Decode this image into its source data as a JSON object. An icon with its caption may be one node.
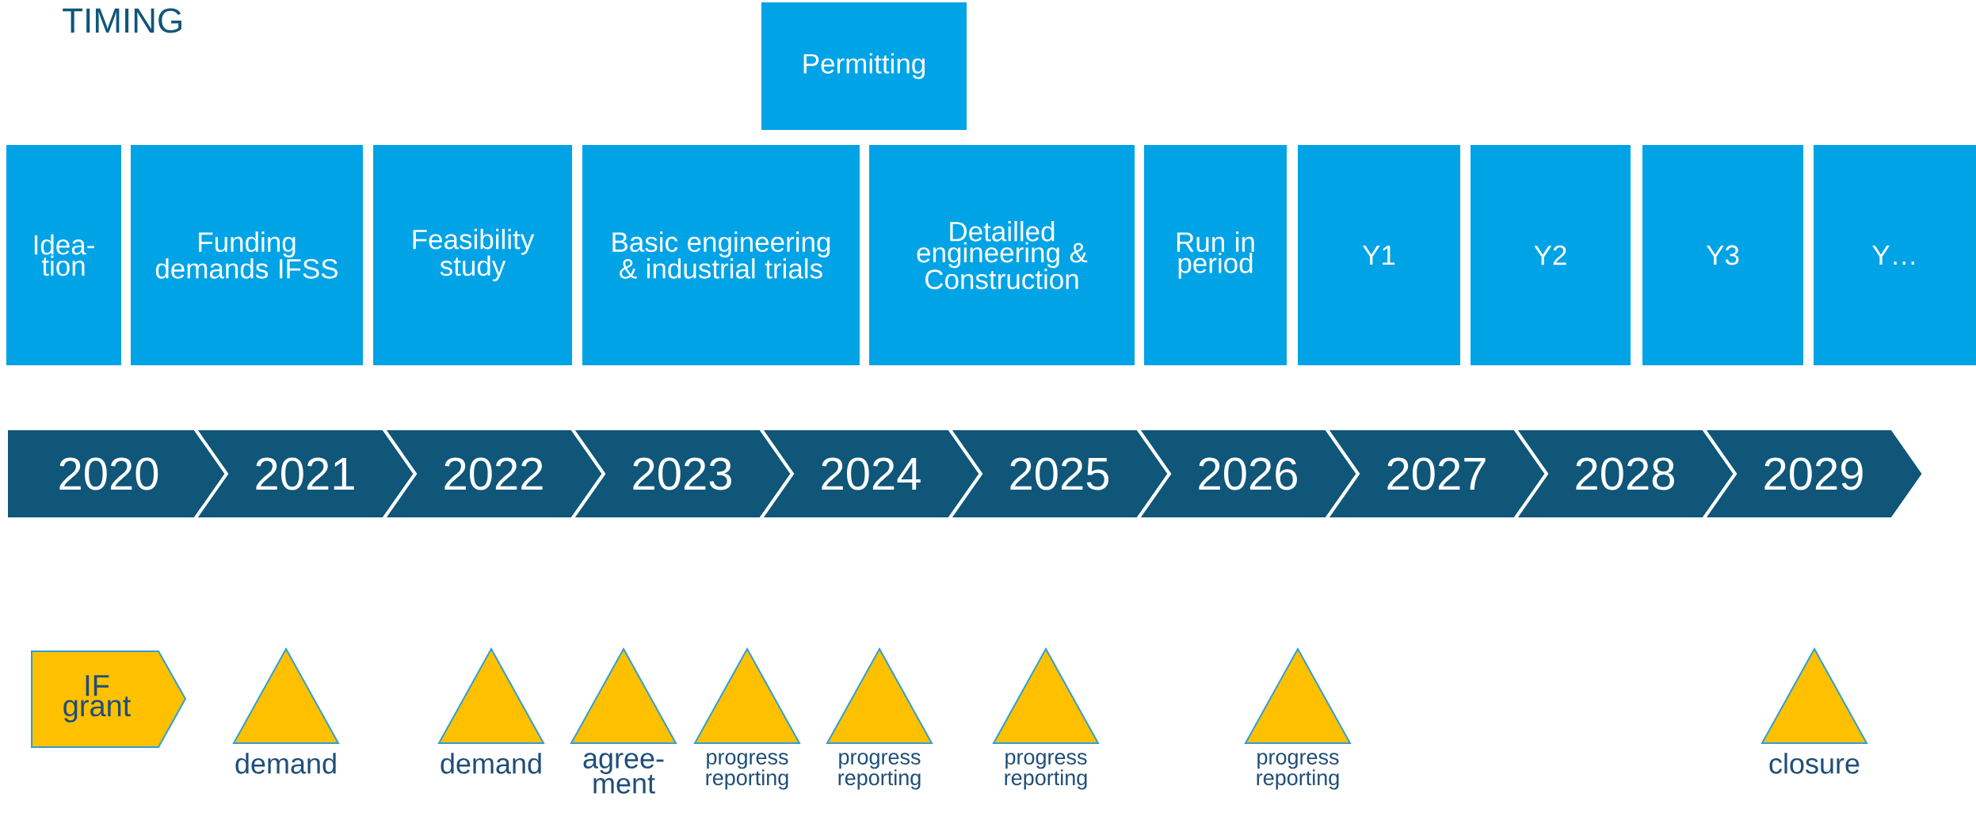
{
  "diagram": {
    "title": "TIMING",
    "nodes": [
      {
        "text": [
          "Permitting"
        ]
      },
      {
        "text": [
          "Idea-tion"
        ]
      },
      {
        "text": [
          "Funding demands IFSS"
        ]
      },
      {
        "text": [
          "Feasibility study"
        ]
      },
      {
        "text": [
          "Basic engineering & industrial trials"
        ]
      },
      {
        "text": [
          "Detailled engineering & Construction"
        ]
      },
      {
        "text": [
          "Run in period"
        ]
      },
      {
        "text": [
          "Y1"
        ]
      },
      {
        "text": [
          "Y2"
        ]
      },
      {
        "text": [
          "Y3"
        ]
      },
      {
        "text": [
          "Y…"
        ]
      },
      {
        "text": [
          "2020"
        ]
      },
      {
        "text": [
          "2021"
        ]
      },
      {
        "text": [
          "2022"
        ]
      },
      {
        "text": [
          "2023"
        ]
      },
      {
        "text": [
          "2024"
        ]
      },
      {
        "text": [
          "2025"
        ]
      },
      {
        "text": [
          "2026"
        ]
      },
      {
        "text": [
          "2027"
        ]
      },
      {
        "text": [
          "2028"
        ]
      },
      {
        "text": [
          "2029"
        ]
      },
      {
        "text": [
          "IF grant"
        ]
      },
      {
        "text": [],
        "shape": "triangle",
        "beside": [
          "demand"
        ]
      },
      {
        "text": [],
        "shape": "triangle",
        "beside": [
          "demand"
        ]
      },
      {
        "text": [],
        "shape": "triangle",
        "beside": [
          "agree-ment"
        ]
      },
      {
        "text": [],
        "shape": "triangle",
        "beside": [
          "progress reporting"
        ]
      },
      {
        "text": [],
        "shape": "triangle",
        "beside": [
          "progress reporting"
        ]
      },
      {
        "text": [],
        "shape": "triangle",
        "beside": [
          "progress reporting"
        ]
      },
      {
        "text": [],
        "shape": "triangle",
        "beside": [
          "progress reporting"
        ]
      },
      {
        "text": [],
        "shape": "triangle",
        "beside": [
          "closure"
        ]
      }
    ],
    "edges": []
  }
}
